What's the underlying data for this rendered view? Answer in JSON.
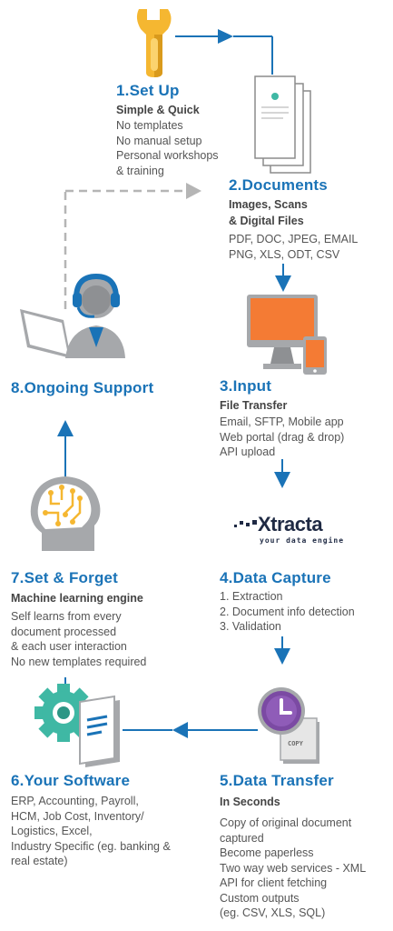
{
  "steps": {
    "setup": {
      "title": "1.Set Up",
      "subtitle": "Simple & Quick",
      "lines": [
        "No templates",
        "No manual setup",
        "Personal workshops",
        "& training"
      ]
    },
    "documents": {
      "title": "2.Documents",
      "subtitle_1": "Images, Scans",
      "subtitle_2": "& Digital Files",
      "lines": [
        "PDF, DOC, JPEG, EMAIL",
        "PNG, XLS, ODT, CSV"
      ]
    },
    "input": {
      "title": "3.Input",
      "subtitle": "File Transfer",
      "lines": [
        "Email, SFTP, Mobile app",
        "Web portal (drag & drop)",
        "API upload"
      ]
    },
    "data_capture": {
      "title": "4.Data Capture",
      "lines": [
        "1. Extraction",
        "2. Document info detection",
        "3. Validation"
      ]
    },
    "data_transfer": {
      "title": "5.Data Transfer",
      "subtitle": "In Seconds",
      "lines": [
        "Copy of original document",
        "captured",
        "Become paperless",
        "Two way web services - XML",
        "API for client fetching",
        "Custom outputs",
        "(eg. CSV, XLS, SQL)"
      ]
    },
    "your_software": {
      "title": "6.Your Software",
      "lines": [
        "ERP, Accounting, Payroll,",
        "HCM, Job Cost, Inventory/",
        "Logistics, Excel,",
        "Industry Specific (eg. banking &",
        "real estate)"
      ]
    },
    "set_forget": {
      "title": "7.Set & Forget",
      "subtitle": "Machine learning engine",
      "lines": [
        "Self learns from every",
        "document processed",
        "& each user interaction",
        "No new templates required"
      ]
    },
    "support": {
      "title": "8.Ongoing Support"
    }
  },
  "logo": {
    "name": "Xtracta",
    "tagline": "your data engine"
  },
  "copy_stamp": "COPY",
  "colors": {
    "accent": "#1a73b7",
    "wrench": "#f5b731",
    "screen": "#f47b34",
    "gear": "#3fb8a4",
    "clock": "#7b4aa3",
    "dashed": "#b5b5b5",
    "device_gray": "#a6a8ab"
  },
  "icons": [
    "wrench-icon",
    "documents-icon",
    "support-agent-icon",
    "devices-icon",
    "xtracta-logo",
    "brain-icon",
    "gear-document-icon",
    "clock-copy-icon"
  ]
}
